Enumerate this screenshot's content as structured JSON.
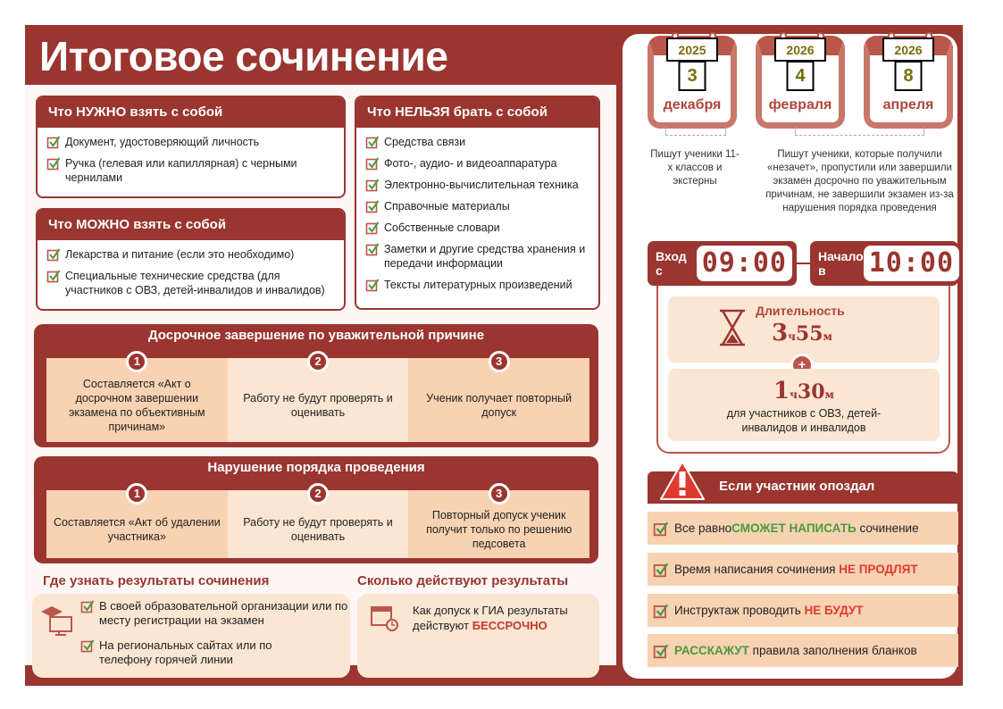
{
  "title": "Итоговое сочинение",
  "colors": {
    "brand": "#9a3530",
    "peach": "#f7d2b3",
    "light_peach": "#fce6d3",
    "green": "#4a9a3a",
    "red": "#e03a30"
  },
  "need": {
    "title": "Что НУЖНО взять с собой",
    "items": [
      "Документ, удостоверяющий личность",
      "Ручка (гелевая или капиллярная) с черными чернилами"
    ]
  },
  "may": {
    "title": "Что МОЖНО взять с собой",
    "items": [
      "Лекарства и питание (если это необходимо)",
      "Специальные технические средства (для участников с ОВЗ, детей-инвалидов и инвалидов)"
    ]
  },
  "forbidden": {
    "title": "Что НЕЛЬЗЯ брать с собой",
    "items": [
      "Средства связи",
      "Фото-, аудио- и видеоаппаратура",
      "Электронно-вычислительная техника",
      "Справочные материалы",
      "Собственные словари",
      "Заметки и другие средства хранения и передачи информации",
      "Тексты литературных произведений"
    ]
  },
  "early": {
    "title": "Досрочное завершение по уважительной причине",
    "steps": [
      {
        "n": "1",
        "text": "Составляется «Акт о досрочном завершении экзамена по объективным причинам»"
      },
      {
        "n": "2",
        "text": "Работу не будут проверять и оценивать"
      },
      {
        "n": "3",
        "text": "Ученик получает повторный допуск"
      }
    ]
  },
  "violation": {
    "title": "Нарушение порядка проведения",
    "steps": [
      {
        "n": "1",
        "text": "Составляется «Акт об удалении участника»"
      },
      {
        "n": "2",
        "text": "Работу не будут проверять и оценивать"
      },
      {
        "n": "3",
        "text": "Повторный допуск ученик получит только по решению педсовета"
      }
    ]
  },
  "results_where": {
    "title": "Где узнать результаты сочинения",
    "items": [
      "В своей образовательной организации или по месту регистрации на экзамен",
      "На региональных сайтах или по телефону горячей линии"
    ]
  },
  "results_valid": {
    "title": "Сколько действуют результаты",
    "pre": "Как допуск к ГИА результаты действуют ",
    "emph": "БЕССРОЧНО"
  },
  "dates": [
    {
      "year": "2025",
      "day": "3",
      "month": "декабря"
    },
    {
      "year": "2026",
      "day": "4",
      "month": "февраля"
    },
    {
      "year": "2026",
      "day": "8",
      "month": "апреля"
    }
  ],
  "date_notes": [
    "Пишут ученики 11-х классов и экстерны",
    "Пишут ученики, которые получили «незачет», пропустили или завершили экзамен досрочно по уважительным причинам, не завершили экзамен из-за нарушения порядка проведения"
  ],
  "time": {
    "entry_label": "Вход с",
    "entry": "09:00",
    "start_label": "Начало в",
    "start": "10:00"
  },
  "duration": {
    "label": "Длительность",
    "h": "3",
    "h_unit": "ч",
    "m": "55",
    "m_unit": "м",
    "plus": "+",
    "extra_h": "1",
    "extra_m": "30",
    "extra_note": "для участников с ОВЗ, детей-инвалидов и инвалидов"
  },
  "late": {
    "title": "Если участник опоздал",
    "rows": [
      {
        "pre": "Все равно ",
        "emph": "СМОЖЕТ НАПИСАТЬ",
        "post": " сочинение",
        "tone": "green"
      },
      {
        "pre": "Время написания сочинения ",
        "emph": "НЕ ПРОДЛЯТ",
        "post": "",
        "tone": "red"
      },
      {
        "pre": "Инструктаж проводить ",
        "emph": "НЕ БУДУТ",
        "post": "",
        "tone": "red"
      },
      {
        "pre": "",
        "emph": "РАССКАЖУТ",
        "post": " правила заполнения бланков",
        "tone": "green"
      }
    ]
  }
}
